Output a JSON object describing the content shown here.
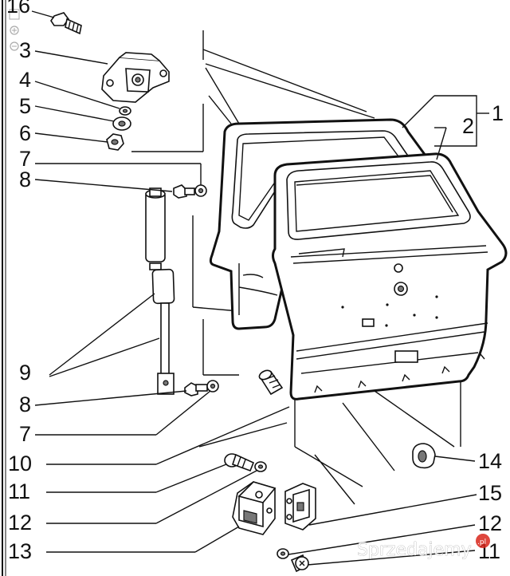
{
  "callouts": [
    {
      "id": "1",
      "label": "1"
    },
    {
      "id": "2",
      "label": "2"
    },
    {
      "id": "3",
      "label": "3"
    },
    {
      "id": "4",
      "label": "4"
    },
    {
      "id": "5",
      "label": "5"
    },
    {
      "id": "6",
      "label": "6"
    },
    {
      "id": "7a",
      "label": "7"
    },
    {
      "id": "8a",
      "label": "8"
    },
    {
      "id": "9",
      "label": "9"
    },
    {
      "id": "8b",
      "label": "8"
    },
    {
      "id": "7b",
      "label": "7"
    },
    {
      "id": "10",
      "label": "10"
    },
    {
      "id": "11a",
      "label": "11"
    },
    {
      "id": "12a",
      "label": "12"
    },
    {
      "id": "13",
      "label": "13"
    },
    {
      "id": "14",
      "label": "14"
    },
    {
      "id": "15",
      "label": "15"
    },
    {
      "id": "12b",
      "label": "12"
    },
    {
      "id": "11b",
      "label": "11"
    },
    {
      "id": "16",
      "label": "16"
    }
  ],
  "toolbar": {
    "zoom_in_icon": "zoom-in-icon",
    "zoom_out_icon": "zoom-out-icon",
    "fit_icon": "fit-screen-icon"
  },
  "watermark": {
    "text": "Sprzedajemy",
    "suffix": ".pl"
  }
}
